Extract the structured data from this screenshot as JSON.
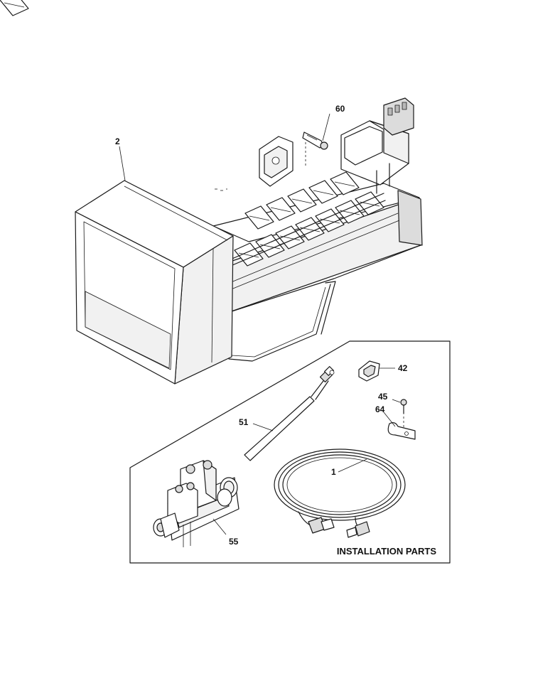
{
  "labels": {
    "ice_maker": "2",
    "screw_top": "60",
    "clip": "42",
    "screw_small": "45",
    "clamp": "64",
    "fill_tube": "51",
    "water_line": "1",
    "water_valve": "55"
  },
  "kit": {
    "title": "INSTALLATION PARTS"
  }
}
